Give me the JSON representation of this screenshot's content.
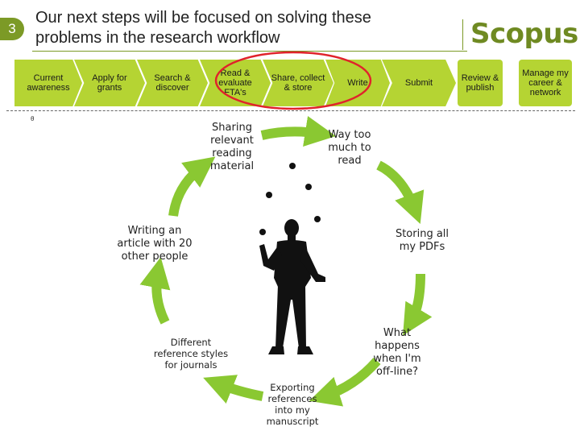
{
  "header": {
    "step_number": "3",
    "title_line1": "Our next steps will be focused on solving these",
    "title_line2": "problems in the research workflow",
    "logo_text": "Scopus",
    "brand_color": "#7c9a26"
  },
  "workflow_steps": [
    {
      "label": "Current awareness"
    },
    {
      "label": "Apply for grants"
    },
    {
      "label": "Search & discover"
    },
    {
      "label": "Read & evaluate FTA's"
    },
    {
      "label": "Share, collect & store"
    },
    {
      "label": "Write"
    },
    {
      "label": "Submit"
    },
    {
      "label": "Review & publish"
    },
    {
      "label": "Manage my career & network"
    }
  ],
  "workflow_fill_color": "#b5d433",
  "highlight_color": "#e0232b",
  "tiny_mark": "θ",
  "cycle": {
    "arrow_color": "#8ac832",
    "items": [
      {
        "label": "Sharing relevant reading material"
      },
      {
        "label": "Way too much to read"
      },
      {
        "label": "Storing all my PDFs"
      },
      {
        "label": "What happens when I'm off-line?"
      },
      {
        "label": "Exporting references into my manuscript"
      },
      {
        "label": "Different reference styles for journals"
      },
      {
        "label": "Writing an article with 20 other people"
      }
    ]
  },
  "center_figure": "juggling-person-silhouette"
}
